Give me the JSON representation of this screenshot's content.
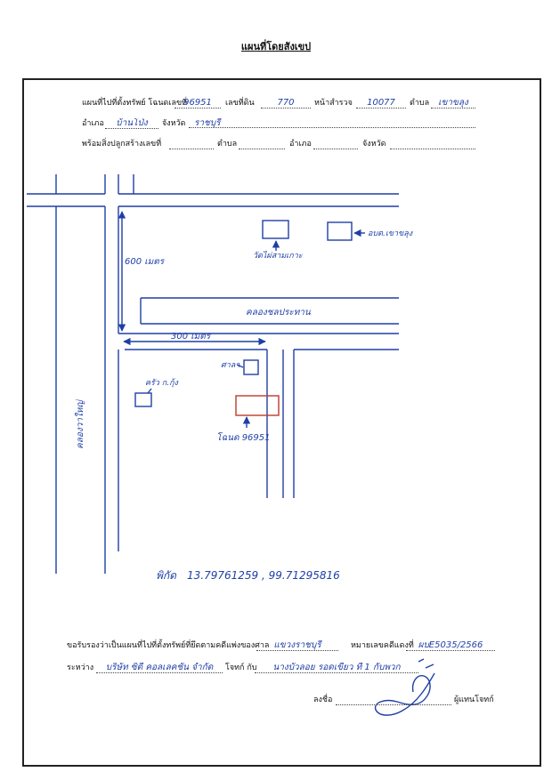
{
  "title": "แผนที่โดยสังเขป",
  "header": {
    "map_label": "แผนที่ไปที่ตั้งทรัพย์ โฉนดเลขที่",
    "deed_no": "96951",
    "land_no_label": "เลขที่ดิน",
    "land_no": "770",
    "survey_label": "หน้าสำรวจ",
    "survey_no": "10077",
    "subdistrict_label": "ตำบล",
    "subdistrict": "เขาขลุง",
    "district_label": "อำเภอ",
    "district": "บ้านโป่ง",
    "province_label": "จังหวัด",
    "province": "ราชบุรี",
    "building_label": "พร้อมสิ่งปลูกสร้างเลขที่",
    "building_subdistrict_label": "ตำบล",
    "building_district_label": "อำเภอ",
    "building_province_label": "จังหวัด"
  },
  "map": {
    "distance_vertical": "600 เมตร",
    "distance_horizontal": "300 เมตร",
    "temple": "วัดไผ่สามเกาะ",
    "sao_office": "อบต.เขาขลุง",
    "canal": "คลองชลประทาน",
    "pavilion": "ศาลา",
    "kitchen": "ครัว ก.กุ้ง",
    "parcel": "โฉนด 96951",
    "side_canal": "คลองวาใหญ่",
    "coordinates_label": "พิกัด",
    "coordinates": "13.79761259 , 99.71295816"
  },
  "footer": {
    "certify_label": "ขอรับรองว่าเป็นแผนที่ไปที่ตั้งทรัพย์ที่ยึดตามคดีแพ่งของศาล",
    "court": "แขวงราชบุรี",
    "case_label": "หมายเลขคดีแดงที่",
    "case_no": "ผบE5035/2566",
    "between_label": "ระหว่าง",
    "plaintiff": "บริษัท ซิตี้ คอลเลคชั่น จำกัด",
    "plaintiff_with_label": "โจทก์ กับ",
    "defendant": "นางบัวลอย รอดเขียว ที่ 1 กับพวก",
    "sign_label": "ลงชื่อ",
    "sign_role": "ผู้แทนโจทก์"
  },
  "colors": {
    "ink": "#1f3fa6",
    "parcel": "#c0392b",
    "print": "#111111"
  }
}
